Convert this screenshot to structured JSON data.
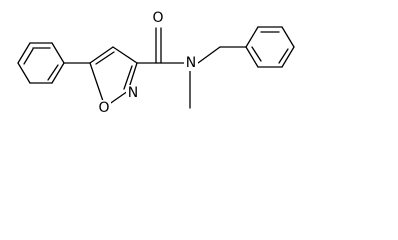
{
  "molecule": {
    "atoms": {
      "carbonyl_oxygen": "O",
      "amide_nitrogen": "N",
      "ring_nitrogen": "N",
      "ring_oxygen": "O"
    },
    "colors": {
      "bond": "#000000",
      "label": "#000000",
      "background": "#ffffff"
    }
  }
}
